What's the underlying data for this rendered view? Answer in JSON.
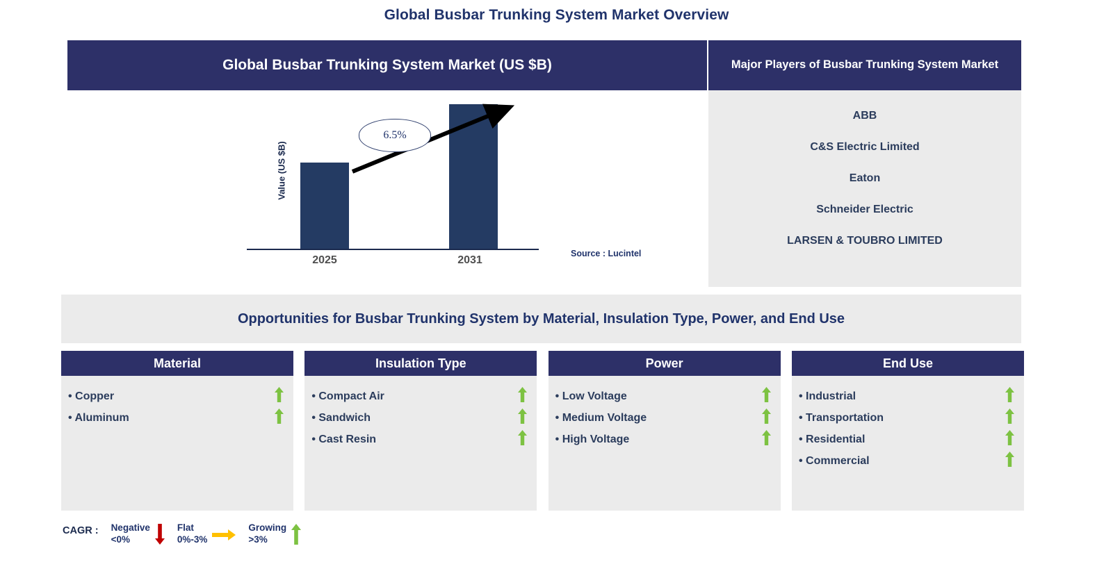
{
  "page_title": "Global Busbar Trunking System Market Overview",
  "colors": {
    "navy_header": "#2D3068",
    "bar_navy": "#243B63",
    "panel_gray": "#EBEBEB",
    "title_blue": "#20336B",
    "growing_green": "#7DC242",
    "flat_yellow": "#FFC000",
    "negative_red": "#C00000"
  },
  "market_chart_card": {
    "header": "Global Busbar Trunking System Market (US $B)",
    "source": "Source : Lucintel"
  },
  "chart_data": {
    "type": "bar",
    "title": "Global Busbar Trunking System Market (US $B)",
    "xlabel": "",
    "ylabel": "Value (US $B)",
    "categories": [
      "2025",
      "2031"
    ],
    "values": [
      124,
      208
    ],
    "value_unit": "relative bar height (US $B, unlabeled axis)",
    "grid": false,
    "legend": "none",
    "annotations": [
      {
        "label": "6.5%",
        "type": "cagr-callout",
        "from_category": "2025",
        "to_category": "2031",
        "shape": "ellipse-with-arrow"
      }
    ]
  },
  "major_players": {
    "header": "Major Players of Busbar Trunking System Market",
    "items": [
      "ABB",
      "C&S Electric Limited",
      "Eaton",
      "Schneider Electric",
      "LARSEN & TOUBRO LIMITED"
    ]
  },
  "opportunities_banner": "Opportunities for Busbar Trunking System by Material, Insulation Type, Power, and End Use",
  "segments": [
    {
      "header": "Material",
      "items": [
        {
          "label": "Copper",
          "trend": "growing"
        },
        {
          "label": "Aluminum",
          "trend": "growing"
        }
      ]
    },
    {
      "header": "Insulation Type",
      "items": [
        {
          "label": "Compact Air",
          "trend": "growing"
        },
        {
          "label": "Sandwich",
          "trend": "growing"
        },
        {
          "label": "Cast Resin",
          "trend": "growing"
        }
      ]
    },
    {
      "header": "Power",
      "items": [
        {
          "label": "Low Voltage",
          "trend": "growing"
        },
        {
          "label": "Medium Voltage",
          "trend": "growing"
        },
        {
          "label": "High Voltage",
          "trend": "growing"
        }
      ]
    },
    {
      "header": "End Use",
      "items": [
        {
          "label": "Industrial",
          "trend": "growing"
        },
        {
          "label": "Transportation",
          "trend": "growing"
        },
        {
          "label": "Residential",
          "trend": "growing"
        },
        {
          "label": "Commercial",
          "trend": "growing"
        }
      ]
    }
  ],
  "legend": {
    "title": "CAGR :",
    "entries": [
      {
        "name": "Negative",
        "range": "<0%",
        "icon": "arrow-down-icon",
        "color": "#C00000"
      },
      {
        "name": "Flat",
        "range": "0%-3%",
        "icon": "arrow-right-icon",
        "color": "#FFC000"
      },
      {
        "name": "Growing",
        "range": ">3%",
        "icon": "arrow-up-icon",
        "color": "#7DC242"
      }
    ]
  }
}
